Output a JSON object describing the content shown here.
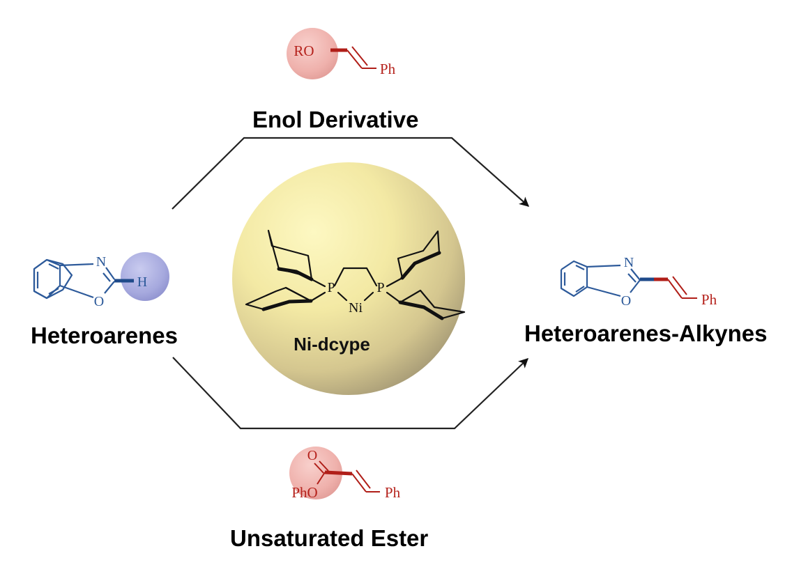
{
  "labels": {
    "top_reagent": "Enol Derivative",
    "bottom_reagent": "Unsaturated Ester",
    "left_reactant": "Heteroarenes",
    "right_product": "Heteroarenes-Alkynes",
    "catalyst": "Ni-dcype"
  },
  "atoms": {
    "enol_ro": "RO",
    "enol_ph": "Ph",
    "ester_o": "O",
    "ester_pho": "PhO",
    "ester_ph": "Ph",
    "hetero_n": "N",
    "hetero_o": "O",
    "hetero_h": "H",
    "product_n": "N",
    "product_o": "O",
    "product_ph": "Ph",
    "cat_p1": "P",
    "cat_p2": "P",
    "cat_ni": "Ni"
  },
  "colors": {
    "reagent_red": "#b5221c",
    "heteroarene_blue": "#2d5a9a",
    "arrow": "#1a1a1a",
    "sphere_yellow": "#f6ec9e",
    "sphere_shadow": "#b9ab7a",
    "pink_sphere": "#f0b4b0",
    "blue_sphere": "#a9acdf"
  }
}
